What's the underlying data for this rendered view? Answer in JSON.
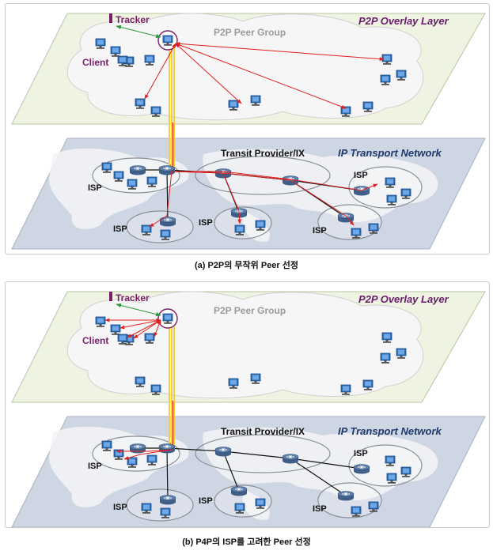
{
  "labels": {
    "tracker": "Tracker",
    "client": "Client",
    "peer_group": "P2P Peer Group",
    "overlay_layer": "P2P Overlay Layer",
    "transit": "Transit Provider/IX",
    "ip_network": "IP Transport Network",
    "isp": "ISP"
  },
  "captions": {
    "a": "(a) P2P의 무작위 Peer 선정",
    "b": "(b) P4P의 ISP를 고려한 Peer 선정"
  },
  "colors": {
    "overlay_fill": "#eef3e2",
    "cloud_fill": "#f6f6f6",
    "map_fill": "#cfd6e3",
    "land": "#f3f4f6",
    "tracker_color": "#7a1f6b",
    "overlay_title": "#6a1b6a",
    "ip_title": "#1f3a6b",
    "arrow_red": "#e02020",
    "arrow_green": "#2a9a3a",
    "pipe_yellow": "#f4d03f",
    "router": "#5d7fa8",
    "pc": "#2d6db5"
  }
}
